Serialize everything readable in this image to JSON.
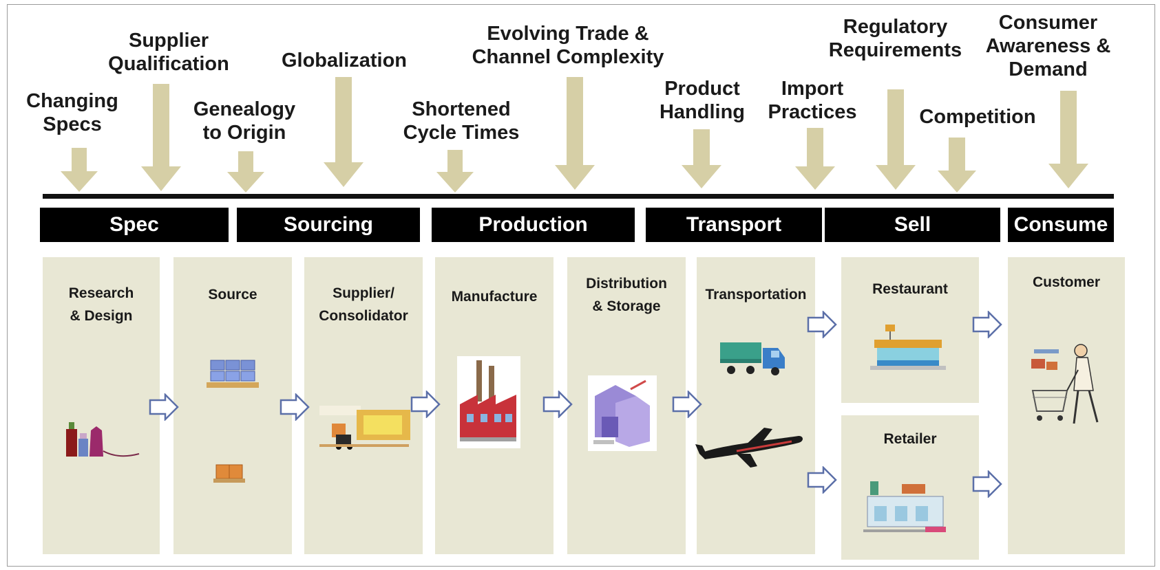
{
  "pressures": [
    {
      "id": "changing-specs",
      "l1": "Changing",
      "l2": "Specs"
    },
    {
      "id": "supplier-qualification",
      "l1": "Supplier",
      "l2": "Qualification"
    },
    {
      "id": "genealogy-to-origin",
      "l1": "Genealogy",
      "l2": "to Origin"
    },
    {
      "id": "globalization",
      "l1": "Globalization",
      "l2": ""
    },
    {
      "id": "shortened-cycle-times",
      "l1": "Shortened",
      "l2": "Cycle Times"
    },
    {
      "id": "evolving-trade",
      "l1": "Evolving Trade &",
      "l2": "Channel Complexity"
    },
    {
      "id": "product-handling",
      "l1": "Product",
      "l2": "Handling"
    },
    {
      "id": "import-practices",
      "l1": "Import",
      "l2": "Practices"
    },
    {
      "id": "regulatory-requirements",
      "l1": "Regulatory",
      "l2": "Requirements"
    },
    {
      "id": "competition",
      "l1": "Competition",
      "l2": ""
    },
    {
      "id": "consumer-awareness",
      "l1": "Consumer",
      "l2": "Awareness &",
      "l3": "Demand"
    }
  ],
  "stages": [
    "Spec",
    "Sourcing",
    "Production",
    "Transport",
    "Sell",
    "Consume"
  ],
  "columns": [
    {
      "id": "research-design",
      "l1": "Research",
      "l2": "& Design",
      "icon": "lab-bottles-icon"
    },
    {
      "id": "source",
      "l1": "Source",
      "l2": "",
      "icon": "pallet-boxes-icon"
    },
    {
      "id": "supplier",
      "l1": "Supplier/",
      "l2": "Consolidator",
      "icon": "warehouse-forklift-icon"
    },
    {
      "id": "manufacture",
      "l1": "Manufacture",
      "l2": "",
      "icon": "factory-icon"
    },
    {
      "id": "distribution",
      "l1": "Distribution",
      "l2": "& Storage",
      "icon": "storage-building-icon"
    },
    {
      "id": "transportation",
      "l1": "Transportation",
      "l2": "",
      "icon": "truck-icon"
    },
    {
      "id": "restaurant",
      "l1": "Restaurant",
      "l2": "",
      "icon": "restaurant-building-icon"
    },
    {
      "id": "retailer",
      "l1": "Retailer",
      "l2": "",
      "icon": "retail-store-icon"
    },
    {
      "id": "customer",
      "l1": "Customer",
      "l2": "",
      "icon": "shopper-cart-icon"
    }
  ],
  "colors": {
    "stage_bar": "#000000",
    "stage_text": "#ffffff",
    "column_bg": "#e8e7d4",
    "pressure_arrow": "#d6cfa6",
    "flow_arrow_stroke": "#5b6fa8",
    "flow_arrow_fill": "#ffffff"
  }
}
